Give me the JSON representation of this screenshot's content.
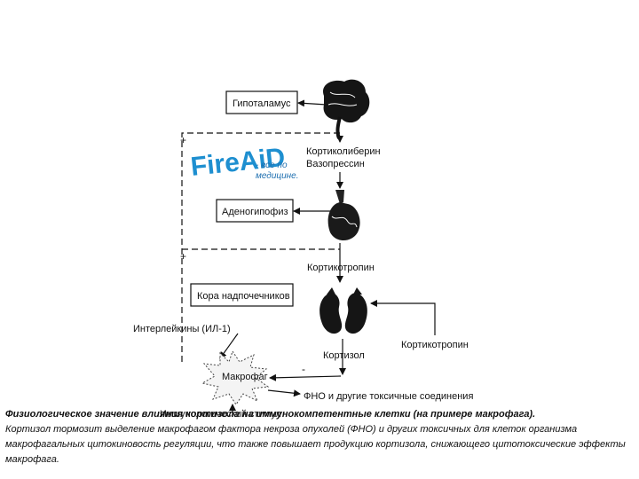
{
  "diagram": {
    "hypothalamus": "Гипоталамус",
    "crh": "Кортиколиберин",
    "vasopressin": "Вазопрессин",
    "adenohypophysis": "Аденогипофиз",
    "corticotropin": "Кортикотропин",
    "adrenal_cortex": "Кора надпочечников",
    "interleukins": "Интерлейкины (ИЛ-1)",
    "cortisol": "Кортизол",
    "corticotropin_right": "Кортикотропин",
    "macrophage": "Макрофаг",
    "tnf": "ФНО и другие токсичные соединения",
    "immuno_stimulus": "Иммунологический стимул",
    "plus_top": "+",
    "plus_mid": "+",
    "minus_cortisol": "-"
  },
  "watermark": {
    "brand": "FireAiD",
    "tagline_1": "- все по",
    "tagline_2": "медицине."
  },
  "caption": {
    "title": "Физиологическое значение влияния кортизола на иммунокомпетентные клетки (на примере макрофага).",
    "body": "Кортизол тормозит выделение макрофагом фактора некроза опухолей (ФНО) и других токсичных для клеток организма макрофагальных цитокиновость регуляции, что также повышает продукцию кортизола, снижающего цитотоксические эффекты макрофага."
  }
}
